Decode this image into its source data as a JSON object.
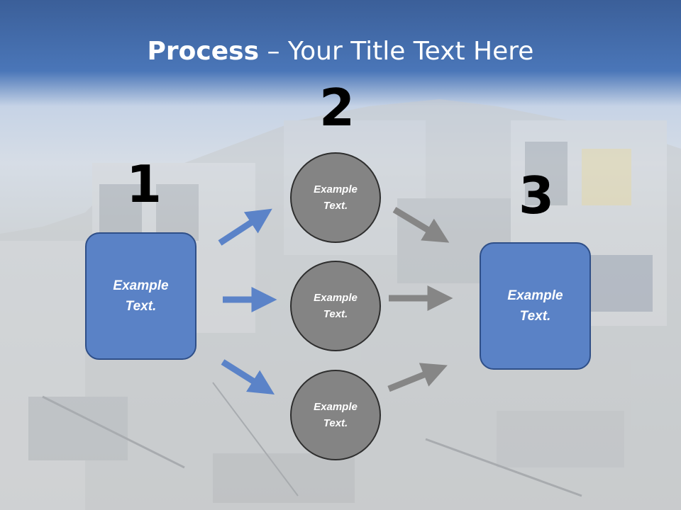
{
  "title": {
    "bold": "Process",
    "rest": " – Your Title Text Here"
  },
  "steps": {
    "one": "1",
    "two": "2",
    "three": "3"
  },
  "left_box": {
    "text": "Example\nText."
  },
  "right_box": {
    "text": "Example\nText."
  },
  "circles": [
    {
      "text": "Example\nText."
    },
    {
      "text": "Example\nText."
    },
    {
      "text": "Example\nText."
    }
  ],
  "colors": {
    "box_fill": "#5a82c6",
    "circle_fill": "#848484",
    "blue_arrow": "#5b83c8",
    "gray_arrow": "#868686"
  }
}
